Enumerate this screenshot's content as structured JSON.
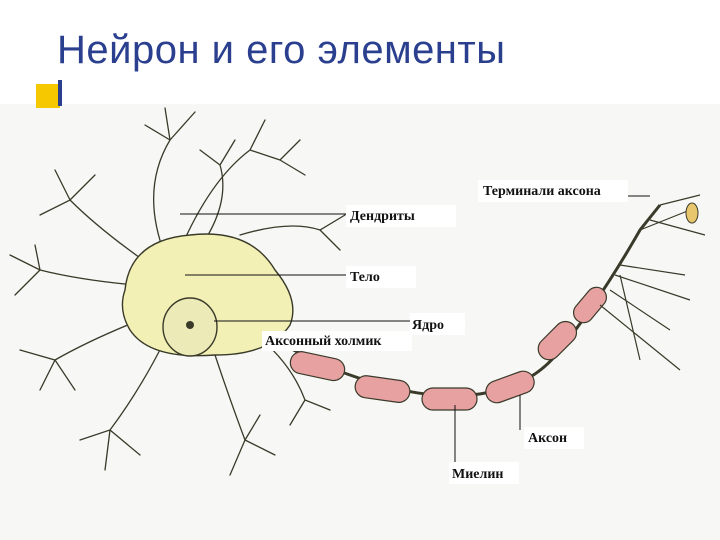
{
  "slide": {
    "title": "Нейрон и его элементы"
  },
  "diagram": {
    "labels": {
      "terminals": "Терминали аксона",
      "dendrites": "Дендриты",
      "soma": "Тело",
      "nucleus": "Ядро",
      "axon_hillock": "Аксонный холмик",
      "axon": "Аксон",
      "myelin": "Миелин"
    },
    "colors": {
      "neuron_body": "#f2f0b4",
      "outline": "#3a3a2a",
      "myelin": "#e7a1a1",
      "title": "#2b3f8f",
      "accent": "#f5c800"
    }
  }
}
